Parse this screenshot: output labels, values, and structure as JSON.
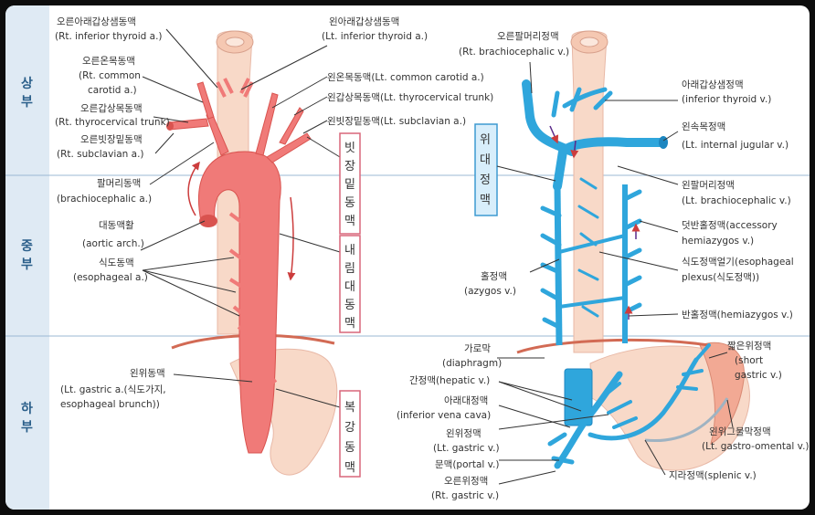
{
  "sections": {
    "upper": [
      "상",
      "부"
    ],
    "middle": [
      "중",
      "부"
    ],
    "lower": [
      "하",
      "부"
    ]
  },
  "vertical_labels": {
    "subclavian_aa": [
      "빗",
      "장",
      "밑",
      "동",
      "맥"
    ],
    "descending_aorta": [
      "내",
      "림",
      "대",
      "동",
      "맥"
    ],
    "celiac_trunk": [
      "복",
      "강",
      "동",
      "맥"
    ],
    "svc": [
      "위",
      "대",
      "정",
      "맥"
    ]
  },
  "arteries": [
    {
      "ko": "오른아래갑상샘동맥",
      "en": "(Rt. inferior thyroid a.)"
    },
    {
      "ko": "오른온목동맥",
      "en": [
        "(Rt. common",
        "carotid a.)"
      ]
    },
    {
      "ko": "오른갑상목동맥",
      "en": "(Rt. thyrocervical trunk)"
    },
    {
      "ko": "오른빗장밑동맥",
      "en": "(Rt. subclavian a.)"
    },
    {
      "ko": "팔머리동맥",
      "en": "(brachiocephalic a.)"
    },
    {
      "ko": "대동맥활",
      "en": "(aortic arch.)"
    },
    {
      "ko": "식도동맥",
      "en": "(esophageal a.)"
    },
    {
      "ko": "왼위동맥",
      "en": [
        "(Lt. gastric a.(식도가지,",
        "esophageal brunch))"
      ]
    },
    {
      "ko": "왼아래갑상샘동맥",
      "en": "(Lt. inferior thyroid a.)"
    },
    {
      "ko": "왼온목동맥",
      "en": "(Lt. common carotid a.)"
    },
    {
      "ko": "왼갑상목동맥",
      "en": "(Lt. thyrocervical trunk)"
    },
    {
      "ko": "왼빗장밑동맥",
      "en": "(Lt. subclavian a.)"
    }
  ],
  "veins": [
    {
      "ko": "오른팔머리정맥",
      "en": "(Rt. brachiocephalic v.)"
    },
    {
      "ko": "아래갑상샘정맥",
      "en": "(inferior thyroid v.)"
    },
    {
      "ko": "왼속목정맥",
      "en": "(Lt. internal jugular v.)"
    },
    {
      "ko": "왼팔머리정맥",
      "en": "(Lt. brachiocephalic v.)"
    },
    {
      "ko": "덧반홀정맥",
      "en": "(accessory",
      "en2": "hemiazygos v.)"
    },
    {
      "ko": "홀정맥",
      "en": "(azygos v.)"
    },
    {
      "ko": "식도정맥얼기",
      "en": "(esophageal",
      "en2": "plexus(식도정맥))"
    },
    {
      "ko": "반홀정맥",
      "en": "(hemiazygos v.)"
    },
    {
      "ko": "가로막",
      "en": "(diaphragm)"
    },
    {
      "ko": "간정맥",
      "en": "(hepatic v.)"
    },
    {
      "ko": "아래대정맥",
      "en": "(inferior vena cava)"
    },
    {
      "ko": "왼위정맥",
      "en": "(Lt. gastric v.)"
    },
    {
      "ko": "문맥",
      "en": "(portal v.)"
    },
    {
      "ko": "오른위정맥",
      "en": "(Rt. gastric v.)"
    },
    {
      "ko": "짧은위정맥",
      "en": [
        "(short",
        "gastric v.)"
      ]
    },
    {
      "ko": "왼위그물막정맥",
      "en": "(Lt. gastro-omental v.)"
    },
    {
      "ko": "지라정맥",
      "en": "(splenic v.)"
    }
  ],
  "colors": {
    "artery": "#f07a78",
    "artery_dark": "#d9534f",
    "vein": "#2fa6dc",
    "vein_dark": "#1c86c0",
    "esophagus": "#f8d9c8",
    "box_red_border": "#d9677a",
    "box_blue_border": "#3d9ad1",
    "box_blue_fill": "#d8eefb",
    "divider": "#9bb8d3"
  }
}
